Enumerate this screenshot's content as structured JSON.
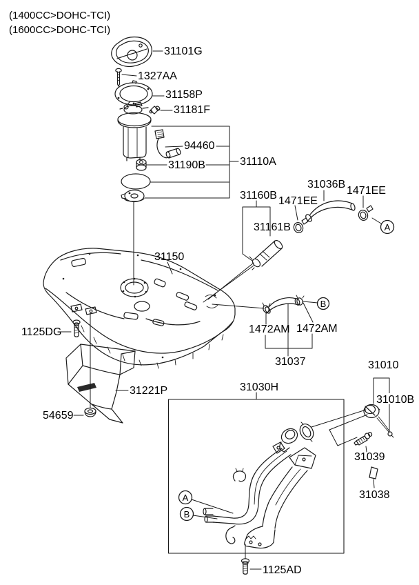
{
  "header": {
    "line1": "(1400CC>DOHC-TCI)",
    "line2": "(1600CC>DOHC-TCI)"
  },
  "parts": {
    "p31101G": "31101G",
    "p1327AA": "1327AA",
    "p31158P": "31158P",
    "p31181F": "31181F",
    "p94460": "94460",
    "p31190B": "31190B",
    "p31110A": "31110A",
    "p31160B": "31160B",
    "p31161B": "31161B",
    "p31036B": "31036B",
    "p1471EE": "1471EE",
    "p31150": "31150",
    "p1125DG": "1125DG",
    "p31221P": "31221P",
    "p54659": "54659",
    "p1472AM": "1472AM",
    "p31037": "31037",
    "p31030H": "31030H",
    "p31010": "31010",
    "p31010B": "31010B",
    "p31039": "31039",
    "p31038": "31038",
    "p1125AD": "1125AD"
  },
  "markers": {
    "a": "A",
    "b": "B"
  },
  "colors": {
    "line": "#1a1a1a",
    "text": "#000000",
    "background": "#ffffff"
  }
}
